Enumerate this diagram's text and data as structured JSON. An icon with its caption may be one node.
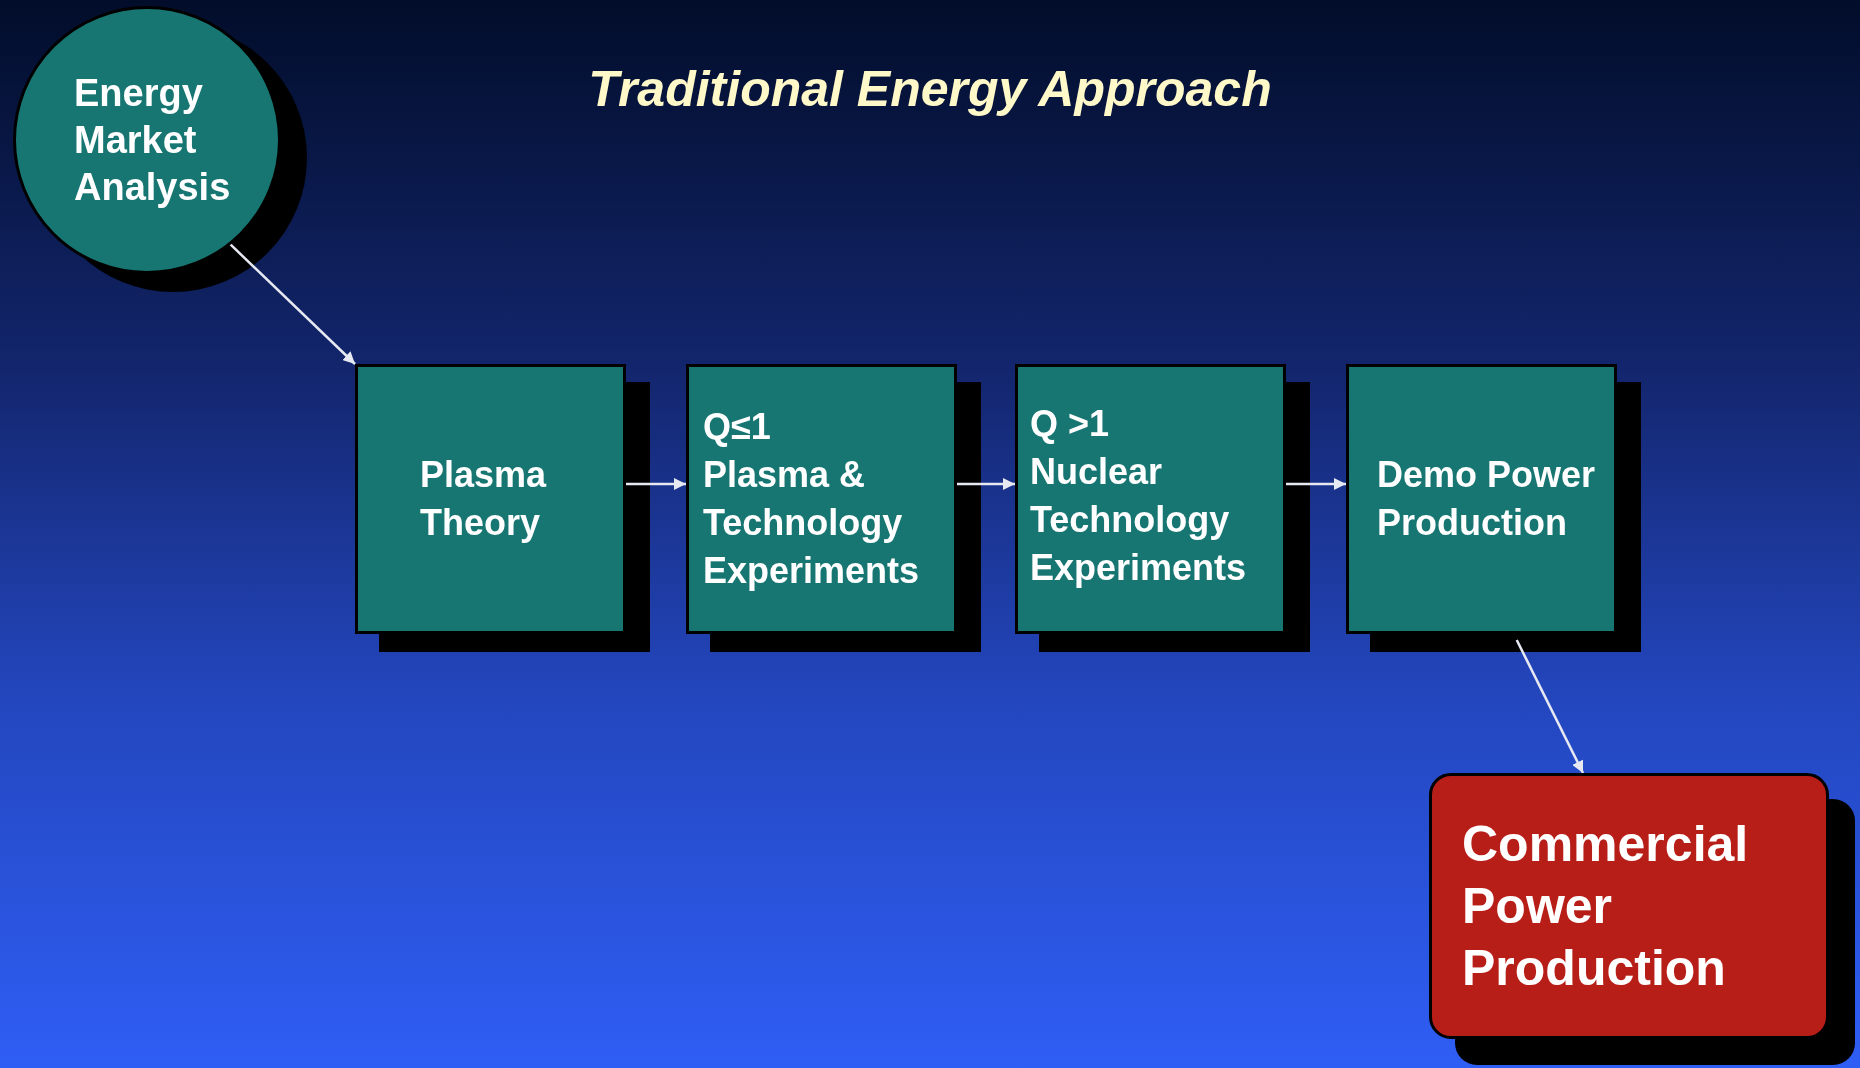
{
  "diagram": {
    "title": "Traditional Energy Approach",
    "nodes": [
      {
        "text": [
          "Energy Market Analysis"
        ]
      },
      {
        "text": [
          "Plasma Theory"
        ]
      },
      {
        "text": [
          "Q≤1",
          "Plasma & Technology Experiments"
        ]
      },
      {
        "text": [
          "Q >1",
          "Nuclear Technology Experiments"
        ]
      },
      {
        "text": [
          "Demo Power Production"
        ]
      },
      {
        "text": [
          "Commercial Power Production"
        ]
      }
    ],
    "edges": [
      {
        "from": 0,
        "to": 1,
        "arrow": "to"
      },
      {
        "from": 1,
        "to": 2,
        "arrow": "to"
      },
      {
        "from": 2,
        "to": 3,
        "arrow": "to"
      },
      {
        "from": 3,
        "to": 4,
        "arrow": "to"
      },
      {
        "from": 4,
        "to": 5,
        "arrow": "to"
      }
    ]
  }
}
